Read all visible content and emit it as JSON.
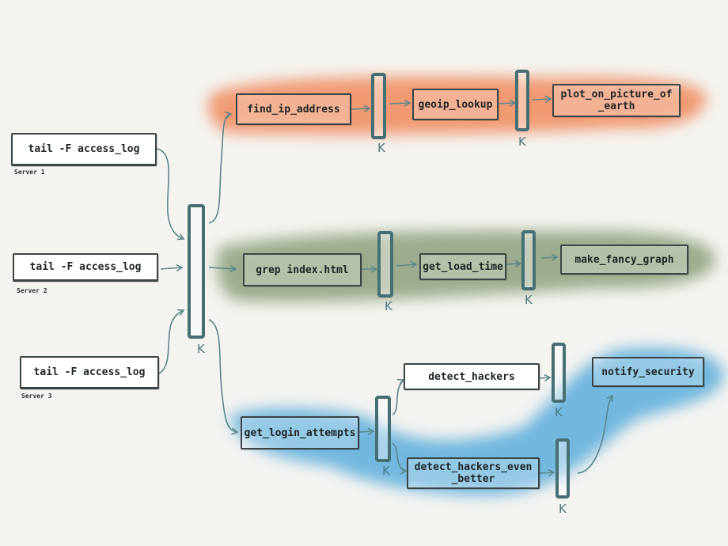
{
  "sources": [
    {
      "label": "tail -F access_log",
      "server": "Server 1"
    },
    {
      "label": "tail -F access_log",
      "server": "Server 2"
    },
    {
      "label": "tail -F access_log",
      "server": "Server 3"
    }
  ],
  "topic_label": "K",
  "pipelines": {
    "geo": {
      "color": "#f07b46",
      "steps": [
        "find_ip_address",
        "geoip_lookup",
        "plot_on_picture_of\n_earth"
      ]
    },
    "load": {
      "color": "#7f946c",
      "steps": [
        "grep index.html",
        "get_load_time",
        "make_fancy_graph"
      ]
    },
    "security": {
      "color": "#3fa0d8",
      "steps": [
        "get_login_attempts",
        "detect_hackers",
        "detect_hackers_even\n_better",
        "notify_security"
      ]
    }
  },
  "colors": {
    "bar": "#466f74",
    "line": "#5a868b",
    "background": "#f4f3f0"
  }
}
